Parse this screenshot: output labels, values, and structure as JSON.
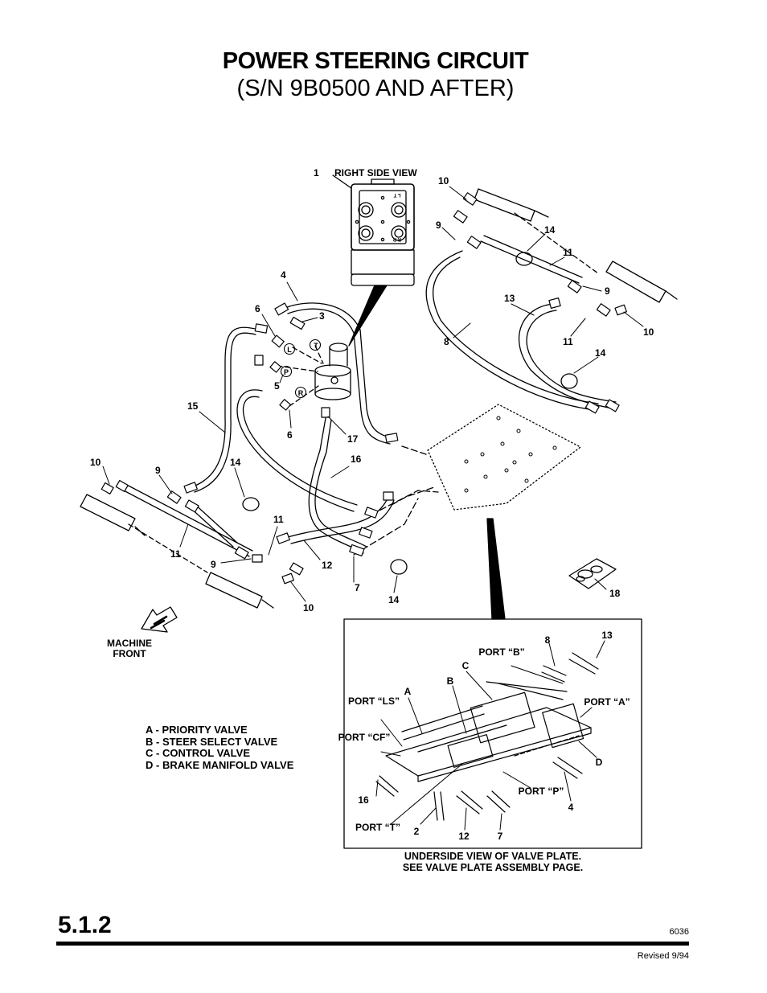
{
  "header": {
    "title": "POWER STEERING CIRCUIT",
    "subtitle": "(S/N 9B0500 AND AFTER)"
  },
  "diagram": {
    "view_label": "RIGHT SIDE VIEW",
    "machine_front": [
      "MACHINE",
      "FRONT"
    ],
    "port_letters": [
      "L",
      "T",
      "P",
      "R"
    ],
    "valve_face_letters": [
      "L T",
      "R P"
    ],
    "part_callouts": [
      "1",
      "10",
      "9",
      "14",
      "11",
      "9",
      "13",
      "10",
      "11",
      "14",
      "8",
      "4",
      "6",
      "3",
      "5",
      "6",
      "17",
      "15",
      "16",
      "10",
      "9",
      "14",
      "11",
      "11",
      "9",
      "12",
      "7",
      "14",
      "10",
      "18"
    ],
    "inset": {
      "ports": [
        "PORT “B”",
        "PORT “LS”",
        "PORT “A”",
        "PORT “CF”",
        "PORT “P”",
        "PORT “T”"
      ],
      "valve_letters": [
        "A",
        "B",
        "C",
        "D"
      ],
      "callouts": [
        "8",
        "13",
        "16",
        "4",
        "2",
        "12",
        "7"
      ],
      "caption": [
        "UNDERSIDE VIEW OF VALVE PLATE.",
        "SEE VALVE PLATE ASSEMBLY PAGE."
      ]
    }
  },
  "legend": [
    "A - PRIORITY VALVE",
    "B - STEER SELECT VALVE",
    "C - CONTROL VALVE",
    "D - BRAKE MANIFOLD VALVE"
  ],
  "footer": {
    "section": "5.1.2",
    "figure_no": "6036",
    "revised": "Revised 9/94"
  }
}
